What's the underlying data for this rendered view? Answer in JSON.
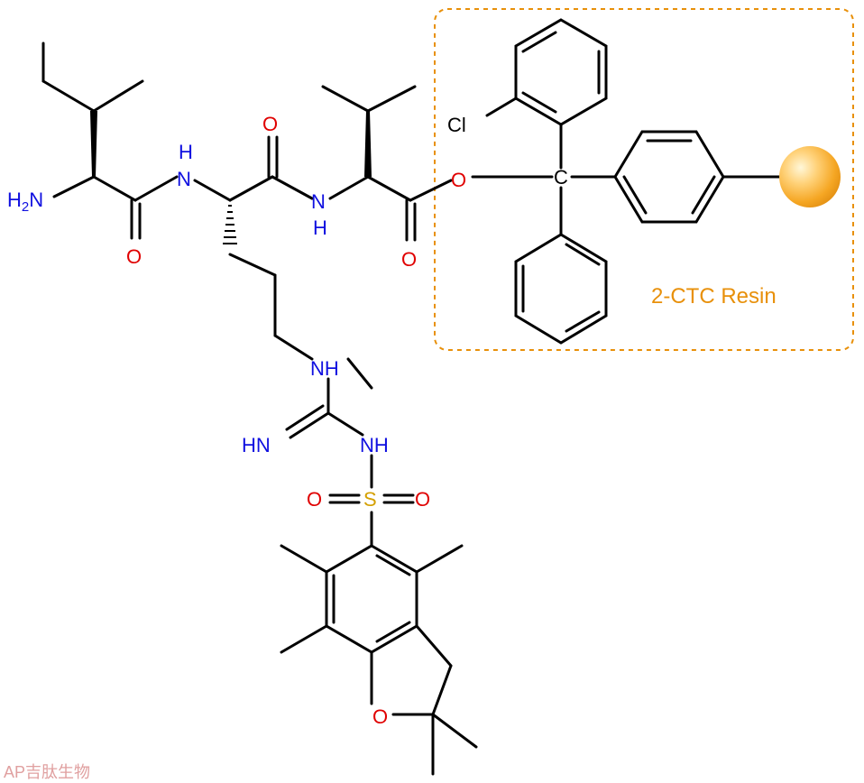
{
  "atoms": {
    "h2n": "H₂N",
    "nh_ile_arg": "H\nN",
    "nh_arg_val_n": "N",
    "nh_arg_val_h": "H",
    "o_ile": "O",
    "o_arg": "O",
    "o_val": "O",
    "o_ester": "O",
    "cl": "Cl",
    "c_trityl": "C",
    "nh_side": "NH",
    "hn_imine": "HN",
    "nh_sulfonyl": "NH",
    "o_s1": "O",
    "s": "S",
    "o_s2": "O",
    "o_furan": "O"
  },
  "resin_label": "2-CTC Resin",
  "watermark": "AP吉肽生物",
  "colors": {
    "bond": "#000000",
    "nitrogen": "#1010e0",
    "oxygen": "#e00000",
    "sulfur": "#d4a000",
    "chlorine": "#000000",
    "resin": "#e8900a",
    "resin_bead": "#f5a623",
    "watermark": "#e0a0a0"
  },
  "icons": [
    "resin-bead-icon"
  ]
}
